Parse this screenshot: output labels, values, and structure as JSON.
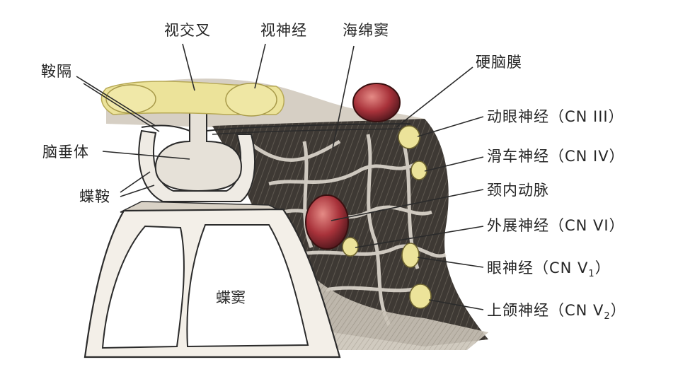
{
  "labels": {
    "optic_chiasm": "视交叉",
    "optic_nerve": "视神经",
    "cavernous_sinus": "海绵窦",
    "diaphragma_sellae": "鞍隔",
    "dura_mater": "硬脑膜",
    "pituitary": "脑垂体",
    "sella_turcica": "蝶鞍",
    "sphenoid_sinus": "蝶窦",
    "cn3": "动眼神经（CN III）",
    "cn4": "滑车神经（CN IV）",
    "ica": "颈内动脉",
    "cn6": "外展神经（CN VI）",
    "cn5_1": {
      "main": "眼神经（CN V",
      "sub": "1",
      "close": "）"
    },
    "cn5_2": {
      "main": "上颌神经（CN V",
      "sub": "2",
      "close": "）"
    }
  },
  "colors": {
    "nerve_fill": "#ece39a",
    "artery_fill": "#a8323a",
    "bone_fill": "#f4f1ec",
    "sinus_fill": "#4a4540",
    "tissue_fill": "#cfc8bd",
    "line": "#2b2b2b"
  }
}
